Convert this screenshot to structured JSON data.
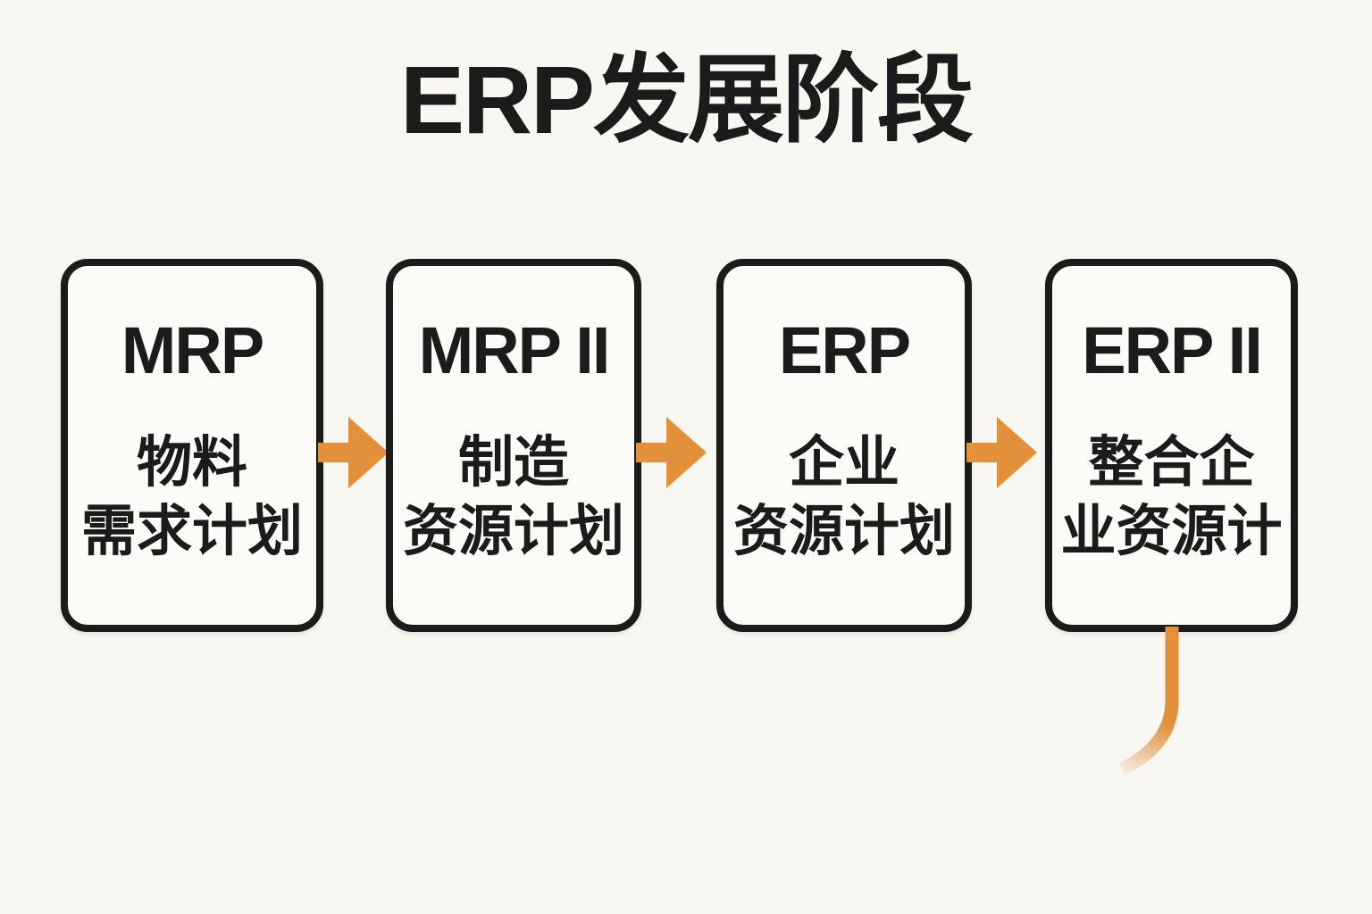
{
  "title": "ERP发展阶段",
  "colors": {
    "background": "#F9F7F2",
    "box_fill": "#FCFBF7",
    "ink": "#1B1B1B",
    "arrow": "#E2903C"
  },
  "stages": [
    {
      "acronym": "MRP",
      "desc_line1": "物料",
      "desc_line2": "需求计划"
    },
    {
      "acronym": "MRP II",
      "desc_line1": "制造",
      "desc_line2": "资源计划"
    },
    {
      "acronym": "ERP",
      "desc_line1": "企业",
      "desc_line2": "资源计划"
    },
    {
      "acronym": "ERP II",
      "desc_line1": "整合企",
      "desc_line2": "业资源计"
    }
  ],
  "icons": {
    "flow_arrow": "right-arrow-icon",
    "connector": "curved-connector-line"
  }
}
